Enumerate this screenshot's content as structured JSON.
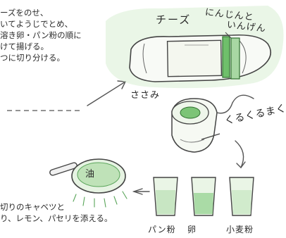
{
  "instructions": {
    "line1": "ーズをのせ、",
    "line2": "いてようじでとめ、",
    "line3": "溶き卵・パン粉の順に",
    "line4": "けて揚げる。",
    "line5": "つに切り分ける。",
    "line6": "切りのキャベツと",
    "line7": "り、レモン、パセリを添える。"
  },
  "illustration": {
    "cheese_label": "チーズ",
    "vegetables_label_line1": "にんじんと",
    "vegetables_label_line2": "いんげん",
    "sasami_label": "ささみ",
    "roll_label": "くるくるまく",
    "oil_label": "油",
    "panko_label": "パン粉",
    "egg_label": "卵",
    "flour_label": "小麦粉"
  },
  "colors": {
    "green_wash": "#c9e6c4",
    "green_dark": "#5aa55a",
    "ink": "#3a3a3a"
  }
}
